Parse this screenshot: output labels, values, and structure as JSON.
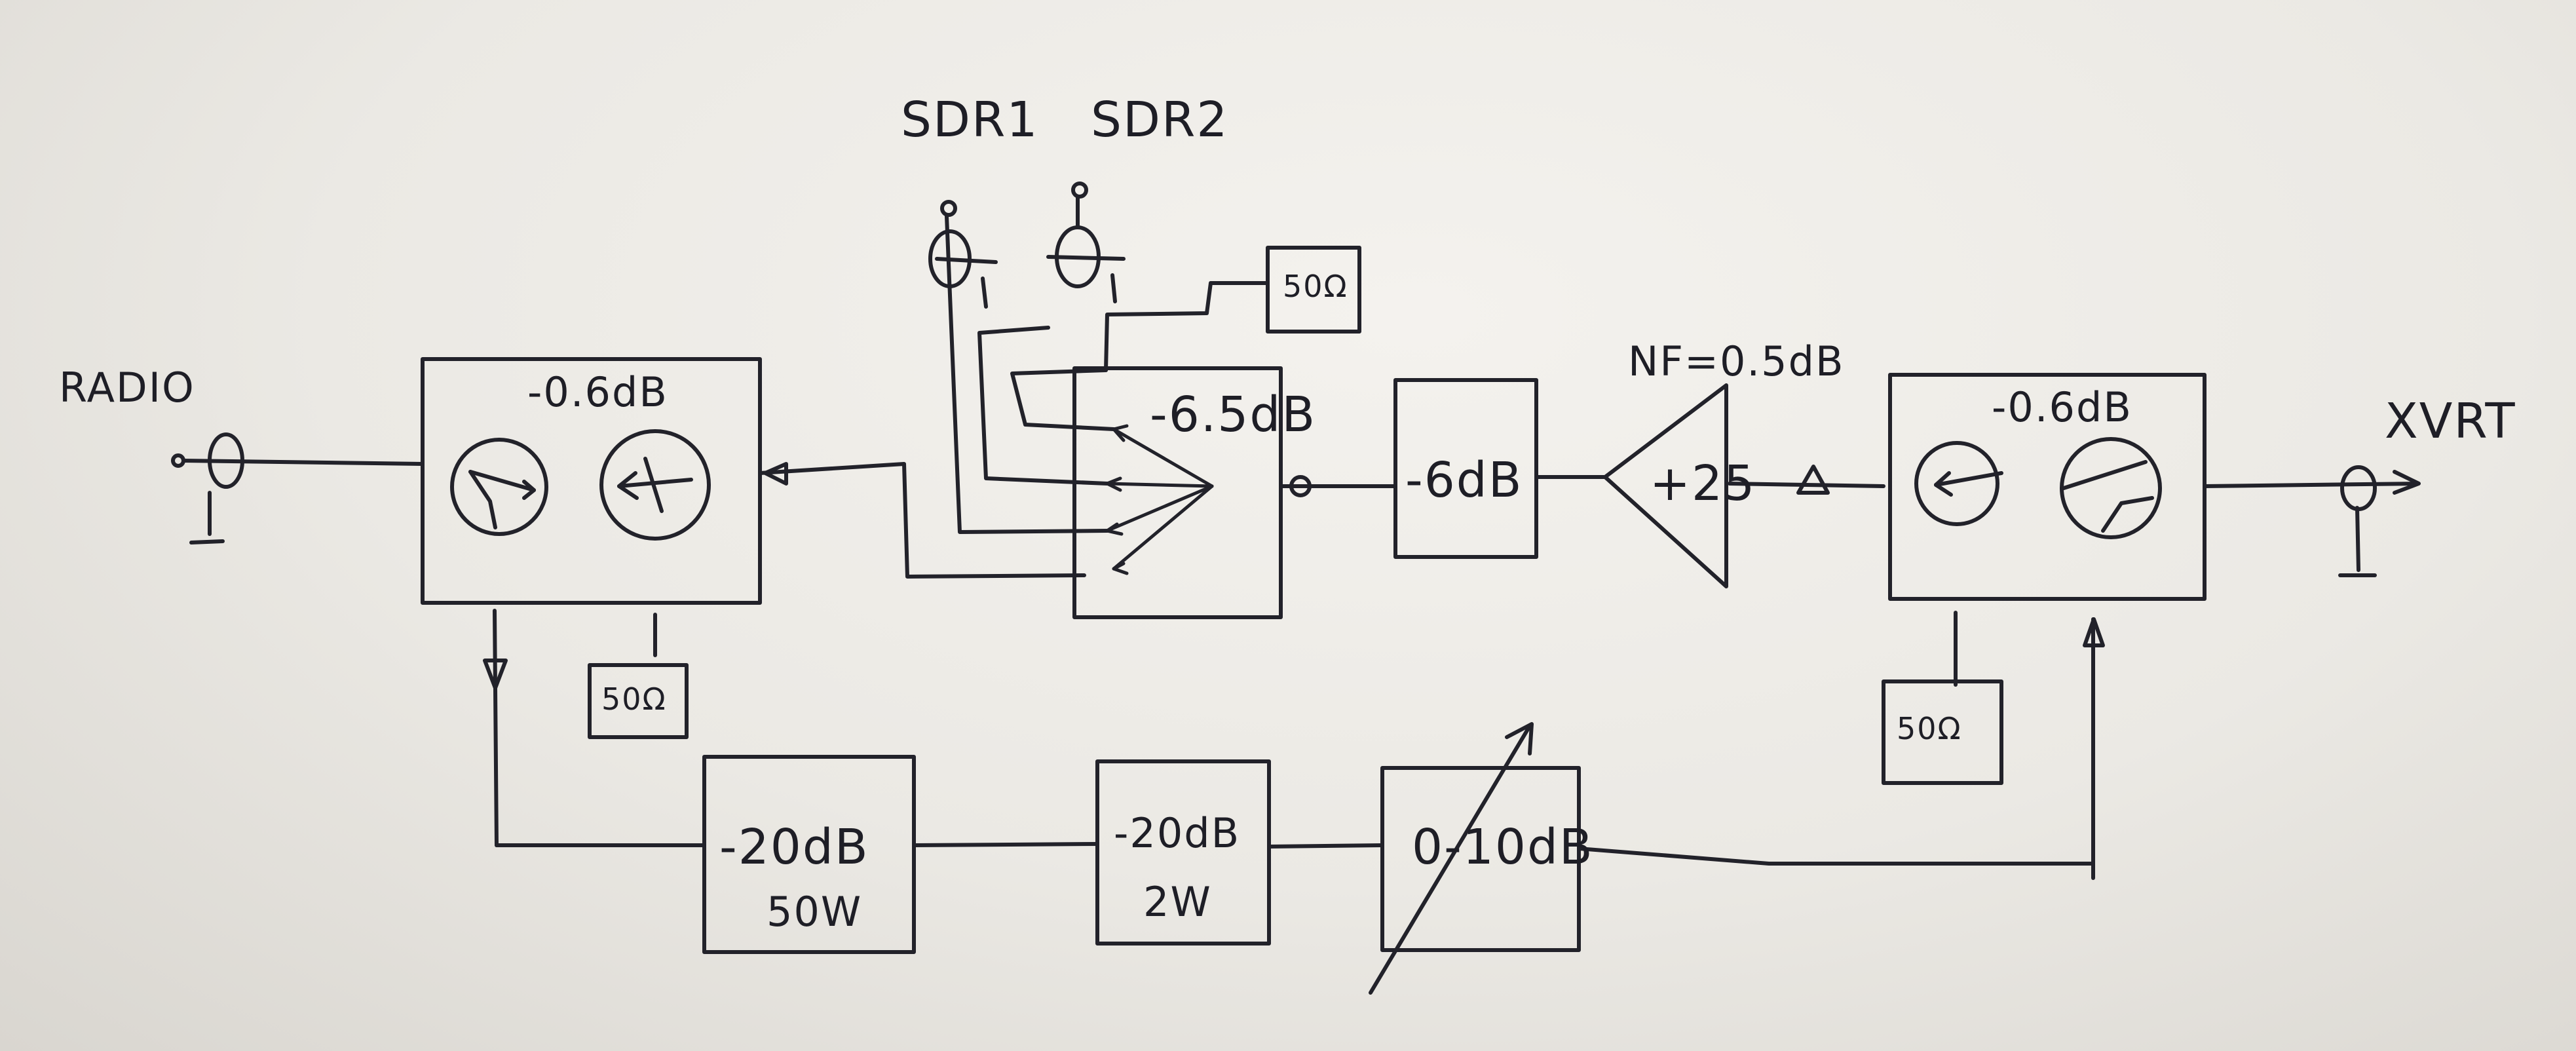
{
  "ports": {
    "radio": "RADIO",
    "xvrt": "XVRT",
    "sdr1": "SDR1",
    "sdr2": "SDR2"
  },
  "blocks": {
    "left_coupler_loss": "-0.6dB",
    "right_coupler_loss": "-0.6dB",
    "splitter_loss": "-6.5dB",
    "attenuator_6db": "-6dB",
    "lna_gain": "+25",
    "lna_nf": "NF=0.5dB",
    "load_left": "50Ω",
    "load_right": "50Ω",
    "load_splitter": "50Ω",
    "att_20db_50w": "-20dB",
    "att_20db_50w_power": "50W",
    "att_20db_2w": "-20dB",
    "att_20db_2w_power": "2W",
    "var_att": "0-10dB"
  }
}
